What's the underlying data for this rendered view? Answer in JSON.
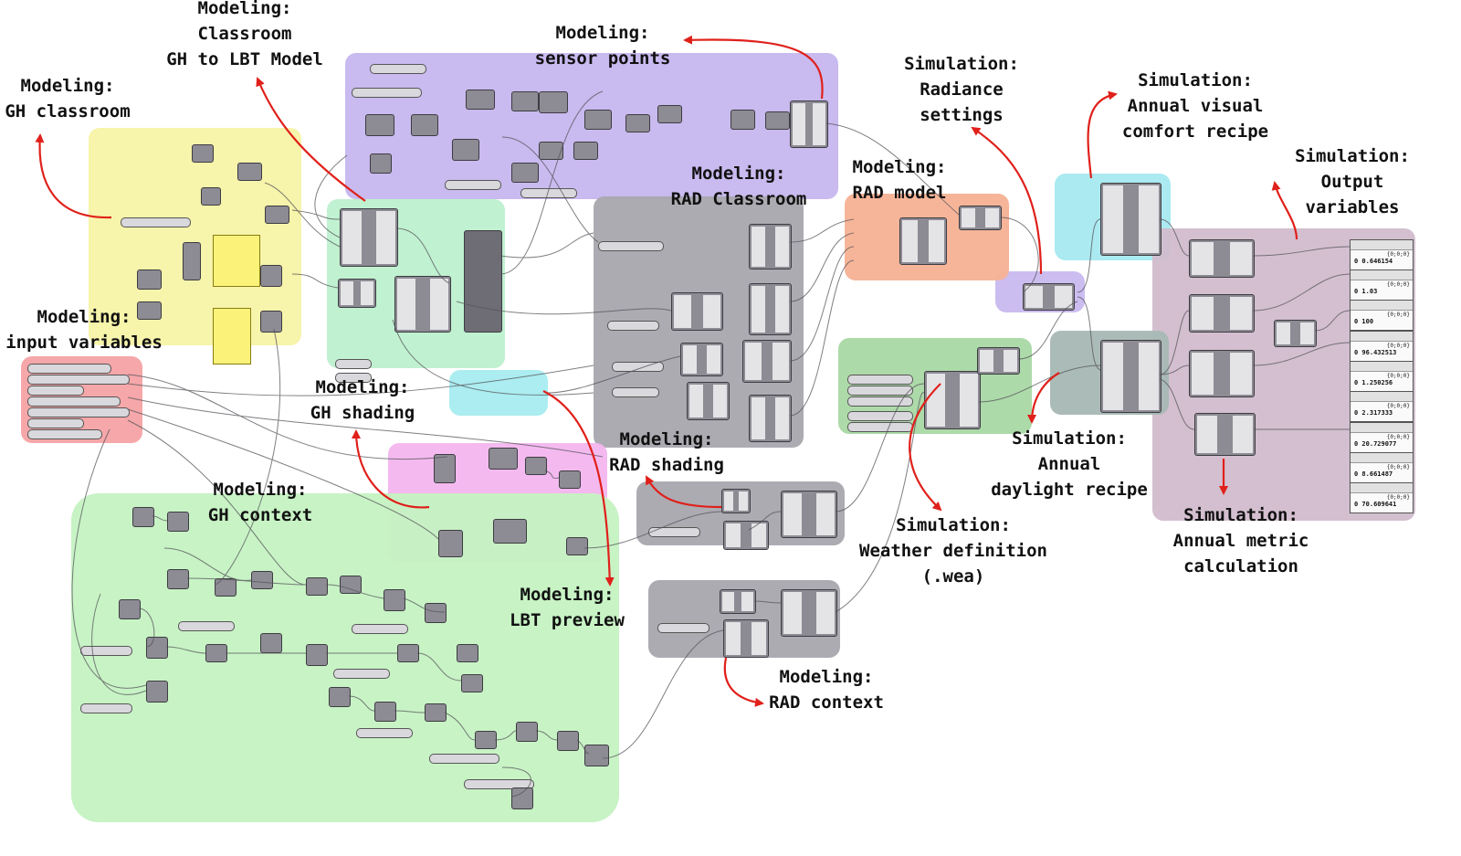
{
  "labels": {
    "gh_classroom": "Modeling:\nGH classroom",
    "classroom_gh_to_lbt": "Modeling:\nClassroom\nGH to LBT Model",
    "sensor_points": "Modeling:\nsensor points",
    "radiance_settings": "Simulation:\nRadiance\nsettings",
    "annual_visual_comfort": "Simulation:\nAnnual visual\ncomfort recipe",
    "output_variables": "Simulation:\nOutput\nvariables",
    "rad_classroom": "Modeling:\nRAD Classroom",
    "rad_model": "Modeling:\nRAD model",
    "input_variables": "Modeling:\ninput variables",
    "gh_shading": "Modeling:\nGH shading",
    "rad_shading": "Modeling:\nRAD shading",
    "annual_daylight_recipe": "Simulation:\nAnnual\ndaylight recipe",
    "gh_context": "Modeling:\nGH context",
    "weather_definition": "Simulation:\nWeather definition\n(.wea)",
    "annual_metric_calculation": "Simulation:\nAnnual metric\ncalculation",
    "lbt_preview": "Modeling:\nLBT preview",
    "rad_context": "Modeling:\nRAD context"
  },
  "output_panels": [
    {
      "value": "0 0.646154",
      "tag": "{0;0;0}"
    },
    {
      "value": "0 1.03",
      "tag": "{0;0;0}"
    },
    {
      "value": "0 100",
      "tag": "{0;0;0}"
    },
    {
      "value": "0 96.432513",
      "tag": "{0;0;0}"
    },
    {
      "value": "0 1.250256",
      "tag": "{0;0;0}"
    },
    {
      "value": "0 2.317333",
      "tag": "{0;0;0}"
    },
    {
      "value": "0 20.729077",
      "tag": "{0;0;0}"
    },
    {
      "value": "0 8.661487",
      "tag": "{0;0;0}"
    },
    {
      "value": "0 70.609641",
      "tag": "{0;0;0}"
    }
  ],
  "colors": {
    "gh_classroom": "#f7f3a6",
    "classroom_model": "#bdf0cf",
    "sensor_points": "#c6b6ee",
    "radiance_settings": "#c9b9ef",
    "visual_comfort": "#a6e9f0",
    "output_variables": "#d1bccc",
    "rad_classroom": "#a9a7ae",
    "rad_model": "#f5b193",
    "input_variables": "#f4a2a4",
    "gh_shading": "#f3b6ef",
    "rad_shading": "#a9a7ae",
    "daylight_recipe": "#a6b8b4",
    "gh_context": "#c5f2c2",
    "weather": "#a9d8a4",
    "preview": "#a6ecef",
    "arrow": "#e0201a"
  }
}
